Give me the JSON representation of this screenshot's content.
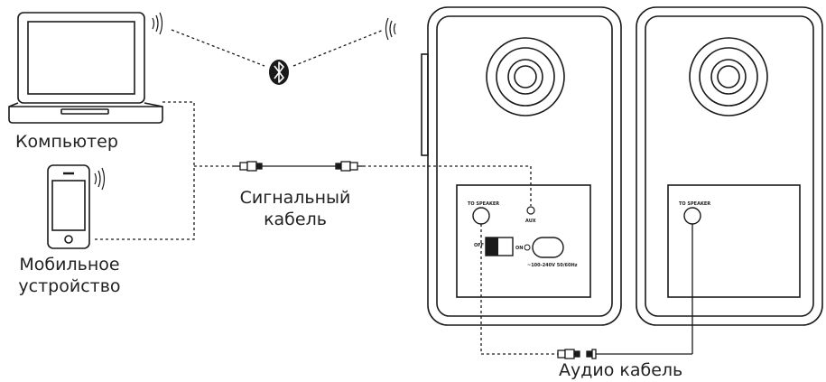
{
  "labels": {
    "computer": "Компьютер",
    "signal_cable_line1": "Сигнальный",
    "signal_cable_line2": "кабель",
    "mobile_line1": "Мобильное",
    "mobile_line2": "устройство",
    "audio_cable": "Аудио кабель"
  },
  "panel_text": {
    "to_speaker_left": "TO SPEAKER",
    "to_speaker_right": "TO SPEAKER",
    "aux": "AUX",
    "off": "OFF",
    "on": "ON",
    "power": "~100-240V 50/60Hz"
  },
  "icons": {
    "bluetooth": "bluetooth-icon",
    "wireless": "wireless-signal-icon"
  },
  "colors": {
    "stroke": "#1a1a1a",
    "background": "#ffffff"
  }
}
